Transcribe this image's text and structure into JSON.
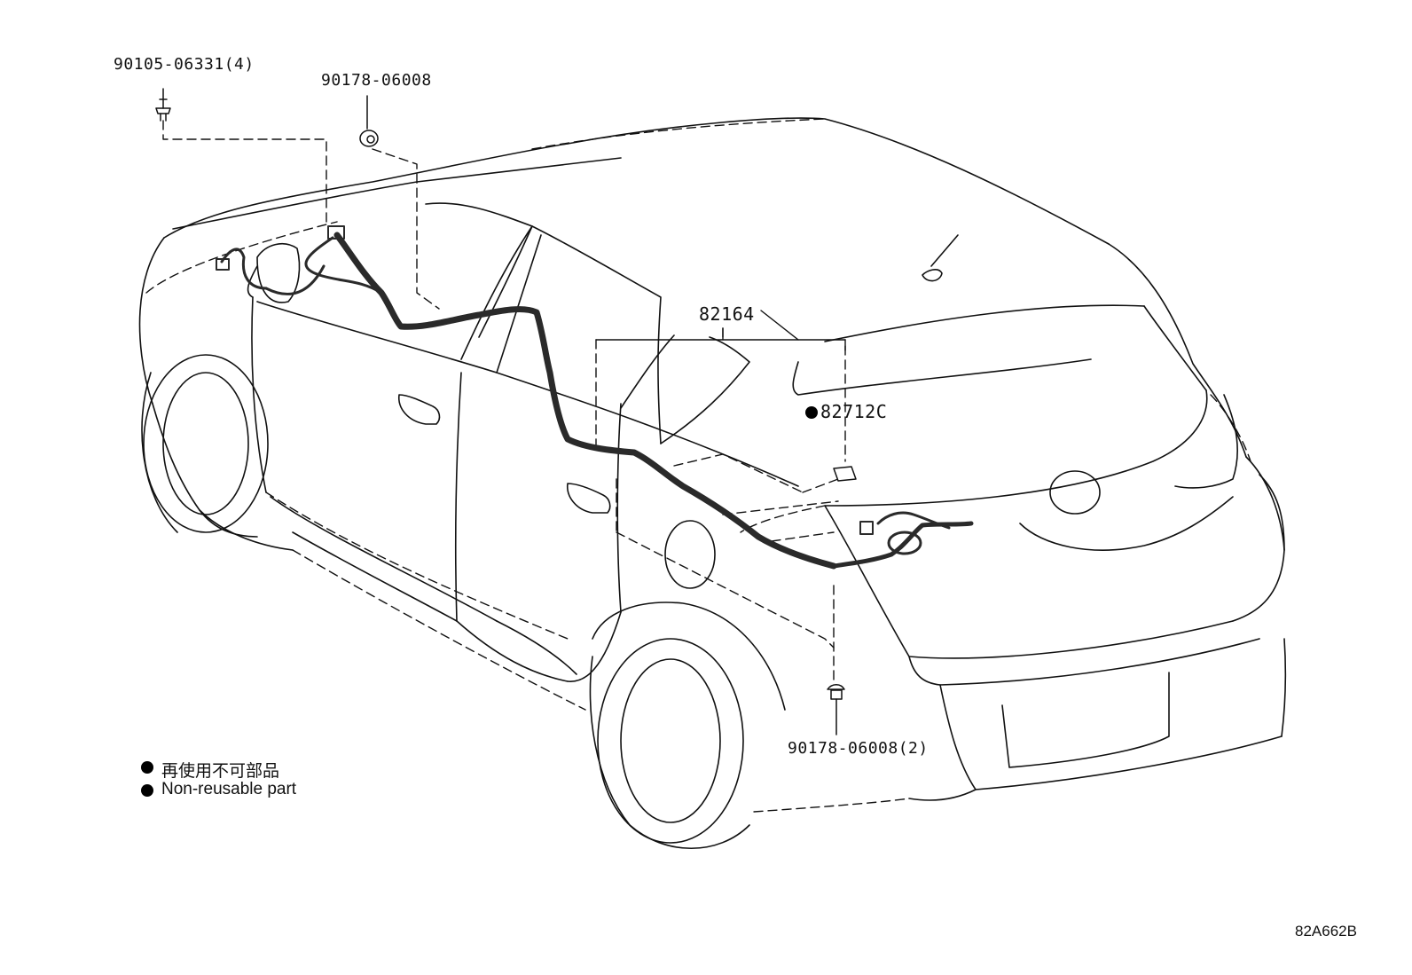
{
  "callouts": {
    "bolt_top_left": "90105-06331(4)",
    "clip_top": "90178-06008",
    "harness": "82164",
    "protector": "82712C",
    "clip_bottom": "90178-06008(2)"
  },
  "legend": {
    "japanese": "再使用不可部品",
    "english": "Non-reusable part"
  },
  "reference_code": "82A662B",
  "colors": {
    "line": "#111111",
    "harness": "#2a2a2a",
    "background": "#ffffff"
  }
}
